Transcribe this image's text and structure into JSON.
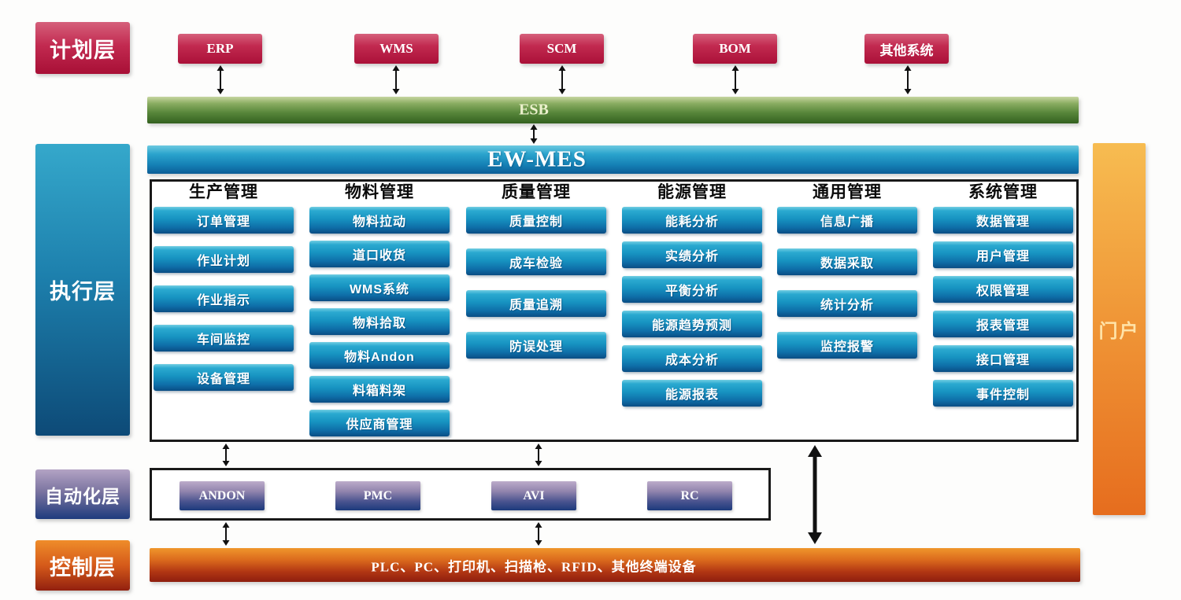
{
  "layers": {
    "planning": {
      "label": "计划层"
    },
    "execution": {
      "label": "执行层"
    },
    "automation": {
      "label": "自动化层"
    },
    "control": {
      "label": "控制层"
    }
  },
  "planning_systems": [
    {
      "label": "ERP"
    },
    {
      "label": "WMS"
    },
    {
      "label": "SCM"
    },
    {
      "label": "BOM"
    },
    {
      "label": "其他系统"
    }
  ],
  "esb": {
    "label": "ESB"
  },
  "mes": {
    "title": "EW-MES"
  },
  "modules": [
    {
      "header": "生产管理",
      "items": [
        "订单管理",
        "作业计划",
        "作业指示",
        "车间监控",
        "设备管理"
      ]
    },
    {
      "header": "物料管理",
      "items": [
        "物料拉动",
        "道口收货",
        "WMS系统",
        "物料拾取",
        "物料Andon",
        "料箱料架",
        "供应商管理"
      ]
    },
    {
      "header": "质量管理",
      "items": [
        "质量控制",
        "成车检验",
        "质量追溯",
        "防误处理"
      ]
    },
    {
      "header": "能源管理",
      "items": [
        "能耗分析",
        "实绩分析",
        "平衡分析",
        "能源趋势预测",
        "成本分析",
        "能源报表"
      ]
    },
    {
      "header": "通用管理",
      "items": [
        "信息广播",
        "数据采取",
        "统计分析",
        "监控报警"
      ]
    },
    {
      "header": "系统管理",
      "items": [
        "数据管理",
        "用户管理",
        "权限管理",
        "报表管理",
        "接口管理",
        "事件控制"
      ]
    }
  ],
  "automation_systems": [
    {
      "label": "ANDON"
    },
    {
      "label": "PMC"
    },
    {
      "label": "AVI"
    },
    {
      "label": "RC"
    }
  ],
  "control_bar": {
    "label": "PLC、PC、打印机、扫描枪、RFID、其他终端设备"
  },
  "portal": {
    "label": "门户"
  },
  "colors": {
    "planning_red": "#b01c3e",
    "esb_green": "#57863a",
    "mes_blue": "#1693c1",
    "module_button_blue": "#1793c1",
    "automation_navy": "#1c3a7c",
    "control_orange_red": "#b13613",
    "portal_orange": "#f09838",
    "arrow_black": "#111111"
  }
}
